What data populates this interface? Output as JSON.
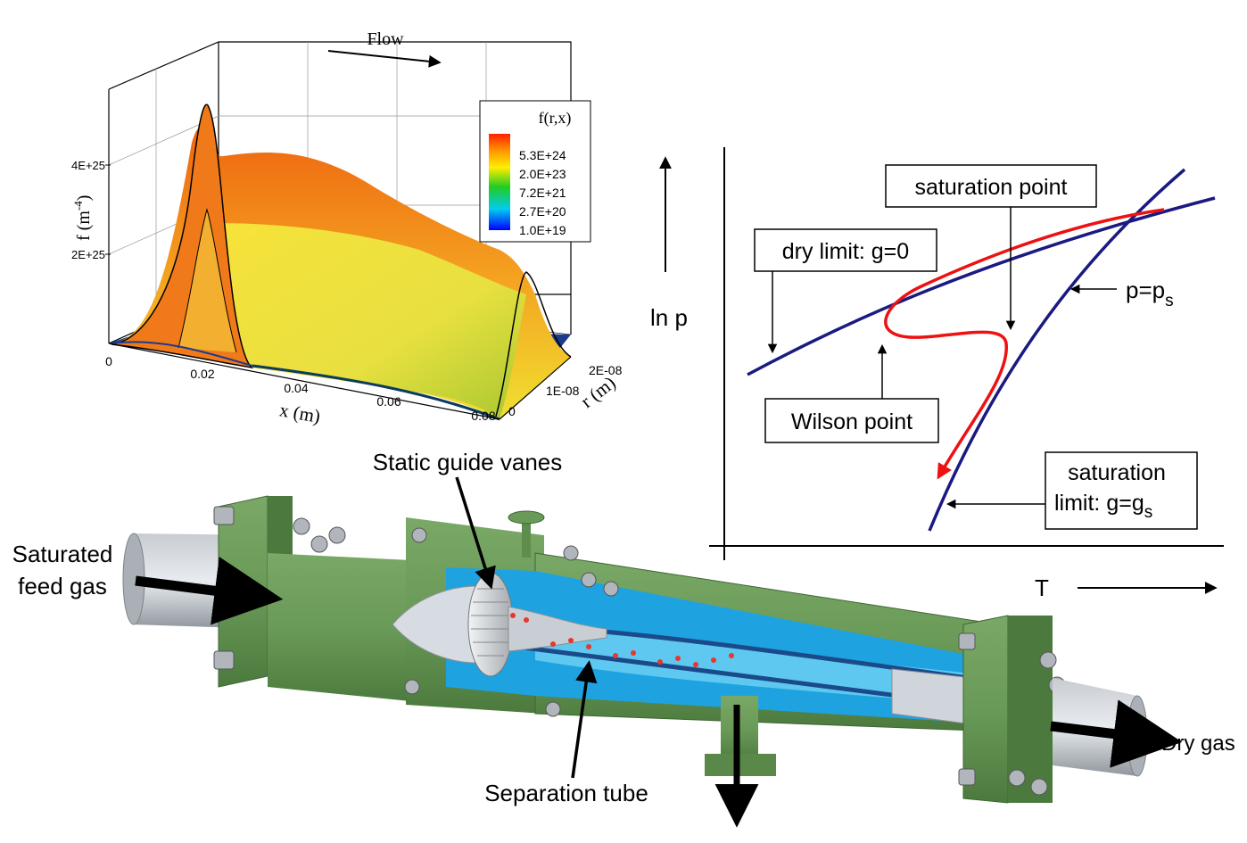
{
  "surface_plot": {
    "flow_label": "Flow",
    "z_axis_label_main": "f (m",
    "z_axis_label_exp": "-4",
    "z_axis_label_close": ")",
    "z_ticks": [
      "4E+25",
      "2E+25"
    ],
    "x_axis_label": "x (m)",
    "x_ticks": [
      "0",
      "0.02",
      "0.04",
      "0.06",
      "0.08"
    ],
    "r_axis_label": "r (m)",
    "r_ticks": [
      "0",
      "1E-08",
      "2E-08"
    ],
    "legend_title": "f(r,x)",
    "legend_values": [
      "5.3E+24",
      "2.0E+23",
      "7.2E+21",
      "2.7E+20",
      "1.0E+19"
    ]
  },
  "phase_diagram": {
    "y_axis_label": "ln p",
    "x_axis_label": "T",
    "label_saturation_point": "saturation point",
    "label_dry_limit": "dry limit: g=0",
    "label_wilson_point": "Wilson point",
    "label_p_main": "p=p",
    "label_p_sub": "s",
    "label_sat_limit_line1": "saturation",
    "label_sat_limit_line2_main": "limit: g=g",
    "label_sat_limit_line2_sub": "s"
  },
  "separator": {
    "label_static_guide_vanes": "Static guide vanes",
    "label_feed_line1": "Saturated",
    "label_feed_line2": "feed gas",
    "label_separation_tube": "Separation tube",
    "label_dry_gas": "Dry gas"
  },
  "colors": {
    "curve_blue": "#1a1a80",
    "curve_red": "#ee1111",
    "pipe_green": "#5f8d4e",
    "inner_blue": "#1ea3e0",
    "surface_orange": "#f07a1a"
  }
}
